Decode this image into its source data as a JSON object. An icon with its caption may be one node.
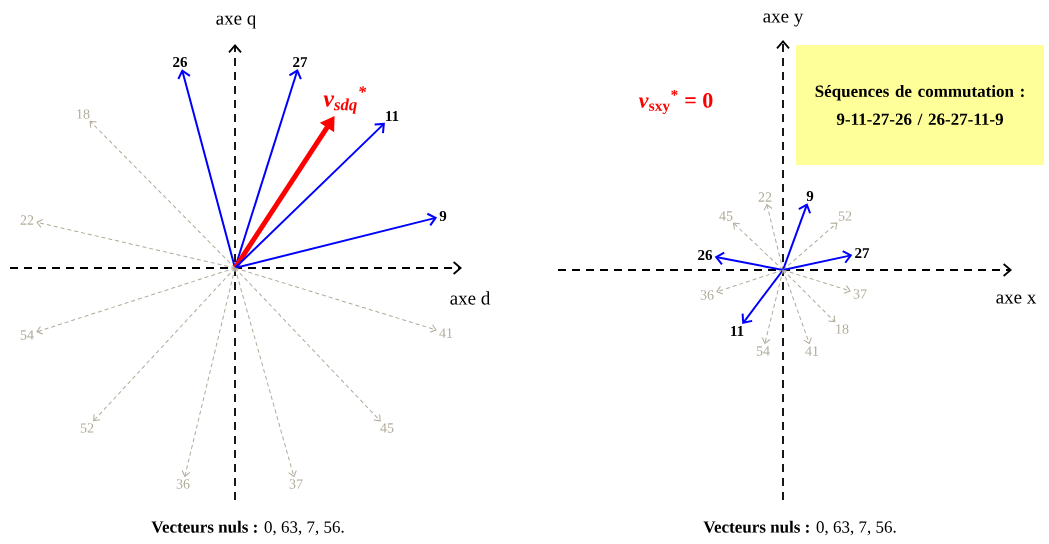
{
  "diagram": {
    "nodes": [
      {
        "text": [
          "26"
        ]
      },
      {
        "text": [
          "27"
        ]
      },
      {
        "text": [
          "*v*$_{sdq}$$^{*}$"
        ]
      },
      {
        "text": [
          "11"
        ]
      },
      {
        "text": [
          "18"
        ]
      },
      {
        "text": [
          "9"
        ]
      },
      {
        "text": [
          "22"
        ]
      },
      {
        "text": [
          "54"
        ]
      },
      {
        "text": [
          "41"
        ]
      },
      {
        "text": [
          "52"
        ]
      },
      {
        "text": [
          "45"
        ]
      },
      {
        "text": [
          "36"
        ]
      },
      {
        "text": [
          "37"
        ]
      },
      {
        "text": [
          "Séquences de commutation :",
          "9-11-27-26 / 26-27-11-9"
        ]
      },
      {
        "text": [
          "22"
        ]
      },
      {
        "text": [
          "9"
        ]
      },
      {
        "text": [
          "45"
        ]
      },
      {
        "text": [
          "52"
        ]
      },
      {
        "text": [
          "26"
        ]
      },
      {
        "text": [
          "27"
        ]
      },
      {
        "text": [
          "36"
        ]
      },
      {
        "text": [
          "37"
        ]
      },
      {
        "text": [
          "11"
        ]
      },
      {
        "text": [
          "18"
        ]
      },
      {
        "text": [
          "54"
        ]
      },
      {
        "text": [
          "41"
        ]
      }
    ],
    "edges": [
      {
        "from": null,
        "to": 0,
        "arrow": "to",
        "color": "#0000ff"
      },
      {
        "from": null,
        "to": 1,
        "arrow": "to",
        "color": "#0000ff"
      },
      {
        "from": null,
        "to": 2,
        "arrow": "to",
        "style": "thick",
        "color": "#ff0000"
      },
      {
        "from": null,
        "to": 3,
        "arrow": "to",
        "color": "#0000ff"
      },
      {
        "from": null,
        "to": 4,
        "arrow": "to",
        "style": "dashed"
      },
      {
        "from": null,
        "to": 5,
        "arrow": "to",
        "color": "#0000ff"
      },
      {
        "from": null,
        "to": 6,
        "arrow": "to",
        "style": "dashed"
      },
      {
        "from": null,
        "to": 7,
        "arrow": "to",
        "style": "dashed"
      },
      {
        "from": null,
        "to": 8,
        "arrow": "to",
        "style": "dashed"
      },
      {
        "from": null,
        "to": 9,
        "arrow": "to",
        "style": "dashed"
      },
      {
        "from": null,
        "to": 10,
        "arrow": "to",
        "style": "dashed"
      },
      {
        "from": null,
        "to": 11,
        "arrow": "to",
        "style": "dashed"
      },
      {
        "from": null,
        "to": 12,
        "arrow": "to",
        "style": "dashed"
      },
      {
        "from": null,
        "to": 14,
        "arrow": "to",
        "style": "dashed"
      },
      {
        "from": null,
        "to": 15,
        "arrow": "to",
        "color": "#0000ff"
      },
      {
        "from": null,
        "to": 16,
        "arrow": "to",
        "style": "dashed"
      },
      {
        "from": null,
        "to": 17,
        "arrow": "to",
        "style": "dashed"
      },
      {
        "from": null,
        "to": 18,
        "arrow": "to",
        "color": "#0000ff"
      },
      {
        "from": null,
        "to": 19,
        "arrow": "to",
        "color": "#0000ff"
      },
      {
        "from": null,
        "to": 20,
        "arrow": "to",
        "style": "dashed"
      },
      {
        "from": null,
        "to": 21,
        "arrow": "to",
        "style": "dashed"
      },
      {
        "from": null,
        "to": 22,
        "arrow": "to",
        "color": "#0000ff"
      },
      {
        "from": null,
        "to": 23,
        "arrow": "to",
        "style": "dashed"
      },
      {
        "from": null,
        "to": 24,
        "arrow": "to",
        "style": "dashed"
      },
      {
        "from": null,
        "to": 25,
        "arrow": "to",
        "style": "dashed"
      }
    ],
    "labels": [
      "axe q",
      "axe y",
      "*v*$_{sxy}$$^{*}$ = 0",
      "axe d",
      "axe x",
      "**Vecteurs nuls :** 0, 63, 7, 56.",
      "**Vecteurs nuls :** 0, 63, 7, 56."
    ]
  }
}
